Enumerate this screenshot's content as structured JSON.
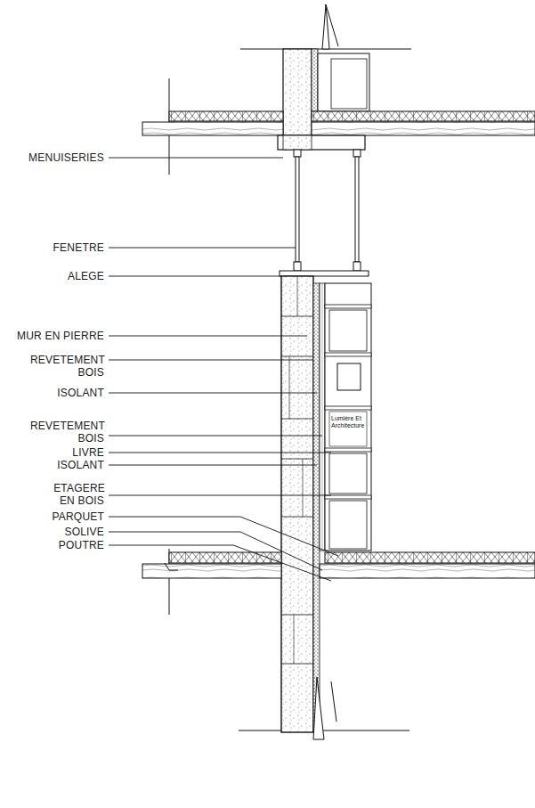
{
  "diagram": {
    "labels": [
      "MENUISERIES",
      "FENETRE",
      "ALEGE",
      "MUR EN PIERRE",
      "REVETEMENT BOIS",
      "ISOLANT",
      "REVETEMENT BOIS",
      "LIVRE",
      "ISOLANT",
      "ETAGERE EN BOIS",
      "PARQUET",
      "SOLIVE",
      "POUTRE",
      "Lumière Et Architecture"
    ]
  }
}
